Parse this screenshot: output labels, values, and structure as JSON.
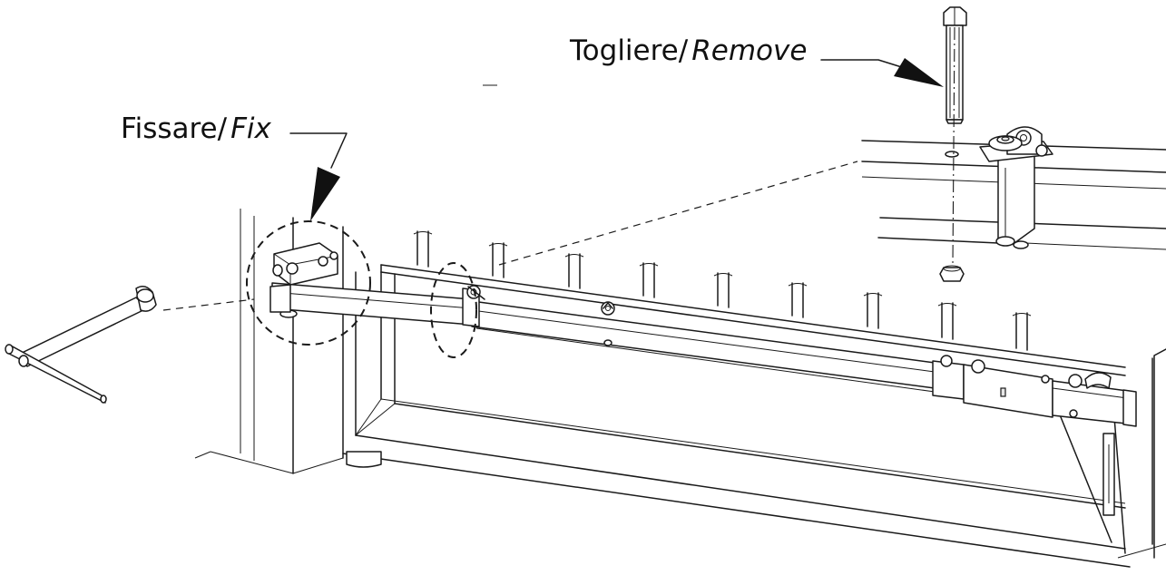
{
  "callouts": {
    "remove": {
      "label_it": "Togliere/",
      "label_en": "Remove"
    },
    "fix": {
      "label_it": "Fissare/",
      "label_en": "Fix"
    }
  },
  "colors": {
    "line": "#1a1a1a",
    "arrow": "#111111",
    "background": "#ffffff"
  }
}
